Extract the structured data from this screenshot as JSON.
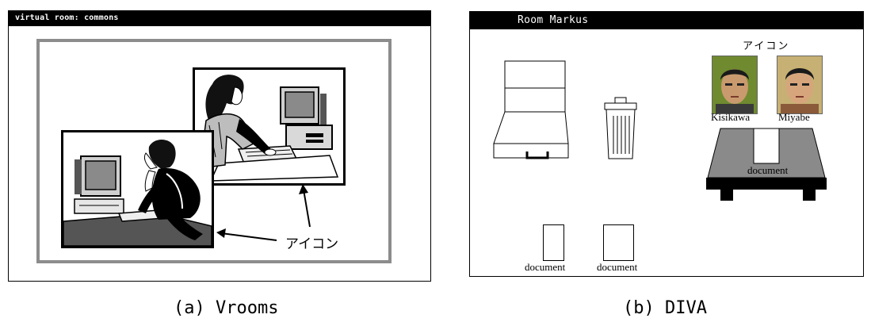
{
  "vrooms": {
    "window_title": "virtual room: commons",
    "annotation": "アイコン",
    "caption": "(a) Vrooms"
  },
  "diva": {
    "window_title": "Room Markus",
    "icons_heading": "アイコン",
    "users": [
      {
        "name": "Kisikawa",
        "icon": "user-photo-icon"
      },
      {
        "name": "Miyabe",
        "icon": "user-photo-icon"
      }
    ],
    "table_document_label": "document",
    "documents": [
      "document",
      "document"
    ],
    "caption": "(b) DIVA"
  }
}
